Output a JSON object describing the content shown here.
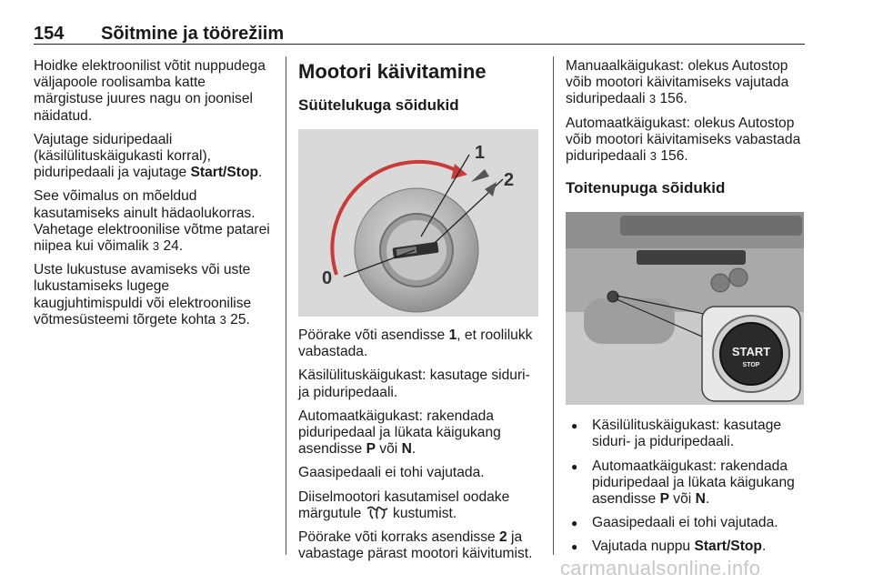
{
  "header": {
    "page_number": "154",
    "chapter_title": "Sõitmine ja töörežiim"
  },
  "col1": {
    "p1": "Hoidke elektroonilist võtit nuppudega väljapoole roolisamba katte märgistuse juures nagu on joonisel näidatud.",
    "p2_a": "Vajutage siduripedaali (käsilülituskäigukasti korral), piduripedaali ja vajutage ",
    "p2_bold": "Start/Stop",
    "p2_end": ".",
    "p3_a": "See võimalus on mõeldud kasutamiseks ainult hädaolukorras. Vahetage elektroonilise võtme patarei niipea kui võimalik ",
    "p3_ref": "24",
    "p3_end": ".",
    "p4_a": "Uste lukustuse avamiseks või uste lukustamiseks lugege kaugjuhtimispuldi või elektroonilise võtmesüsteemi tõrgete kohta ",
    "p4_ref": "25",
    "p4_end": "."
  },
  "col2": {
    "heading": "Mootori käivitamine",
    "subheading": "Süütelukuga sõidukid",
    "figure_labels": {
      "label_0": "0",
      "label_1": "1",
      "label_2": "2"
    },
    "p1_a": "Pöörake võti asendisse ",
    "p1_bold": "1",
    "p1_b": ", et roolilukk vabastada.",
    "p2": "Käsilülituskäigukast: kasutage siduri- ja piduripedaali.",
    "p3_a": "Automaatkäigukast: rakendada piduripedaal ja lükata käigukang asendisse ",
    "p3_P": "P",
    "p3_mid": " või ",
    "p3_N": "N",
    "p3_end": ".",
    "p4": "Gaasipedaali ei tohi vajutada.",
    "p5_a": "Diiselmootori kasutamisel oodake märgutule ",
    "p5_b": " kustumist.",
    "p6_a": "Pöörake võti korraks asendisse ",
    "p6_bold": "2",
    "p6_b": " ja vabastage pärast mootori käivitumist."
  },
  "col3": {
    "p1_a": "Manuaalkäigukast: olekus Autostop võib mootori käivitamiseks vajutada siduripedaali ",
    "p1_ref": "156",
    "p1_end": ".",
    "p2_a": "Automaatkäigukast: olekus Autostop võib mootori käivitamiseks vabastada piduripedaali ",
    "p2_ref": "156",
    "p2_end": ".",
    "subheading": "Toitenupuga sõidukid",
    "button_label_top": "START",
    "button_label_bottom": "STOP",
    "bullets": {
      "b1": "Käsilülituskäigukast: kasutage siduri- ja piduripedaali.",
      "b2_a": "Automaatkäigukast: rakendada piduripedaal ja lükata käigukang asendisse ",
      "b2_P": "P",
      "b2_mid": " või ",
      "b2_N": "N",
      "b2_end": ".",
      "b3": "Gaasipedaali ei tohi vajutada.",
      "b4_a": "Vajutada nuppu ",
      "b4_bold": "Start/Stop",
      "b4_end": "."
    }
  },
  "ref_glyph": "3",
  "watermark": "carmanualsonline.info"
}
